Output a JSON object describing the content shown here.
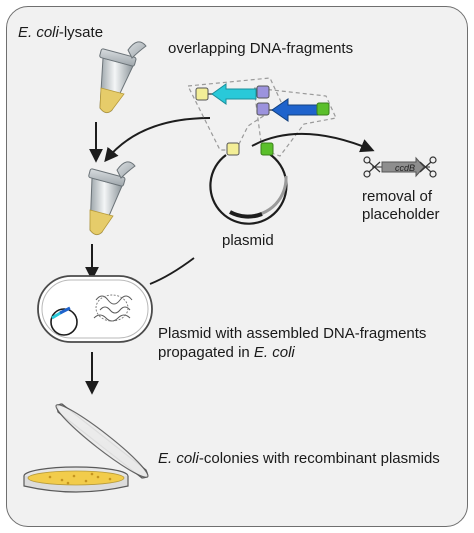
{
  "labels": {
    "lysate_organism": "E. coli",
    "lysate_suffix": "-lysate",
    "fragments": "overlapping DNA-fragments",
    "removal_line1": "removal of",
    "removal_line2": "placeholder",
    "plasmid": "plasmid",
    "assembled_line1": "Plasmid with assembled DNA-fragments",
    "assembled_line2_prefix": "propagated in ",
    "assembled_line2_organism": "E. coli",
    "colonies_organism": "E. coli",
    "colonies_suffix": "-colonies with recombinant plasmids",
    "placeholder_gene": "ccdB"
  },
  "icons": {
    "tube": "microcentrifuge-tube-icon",
    "cell": "bacterial-cell-icon",
    "dish": "petri-dish-icon",
    "scissors": "scissors-icon"
  },
  "colors": {
    "panel_background": "#f1f1f1",
    "lysate_yellow": "#e6cc6a",
    "fragment_cyan": "#29c9d9",
    "fragment_blue": "#1f63cc",
    "overlap_yellow": "#f3ee97",
    "overlap_violet": "#9c93dd",
    "overlap_green": "#5bbf2b",
    "colony_yellow": "#f2cc4b"
  }
}
